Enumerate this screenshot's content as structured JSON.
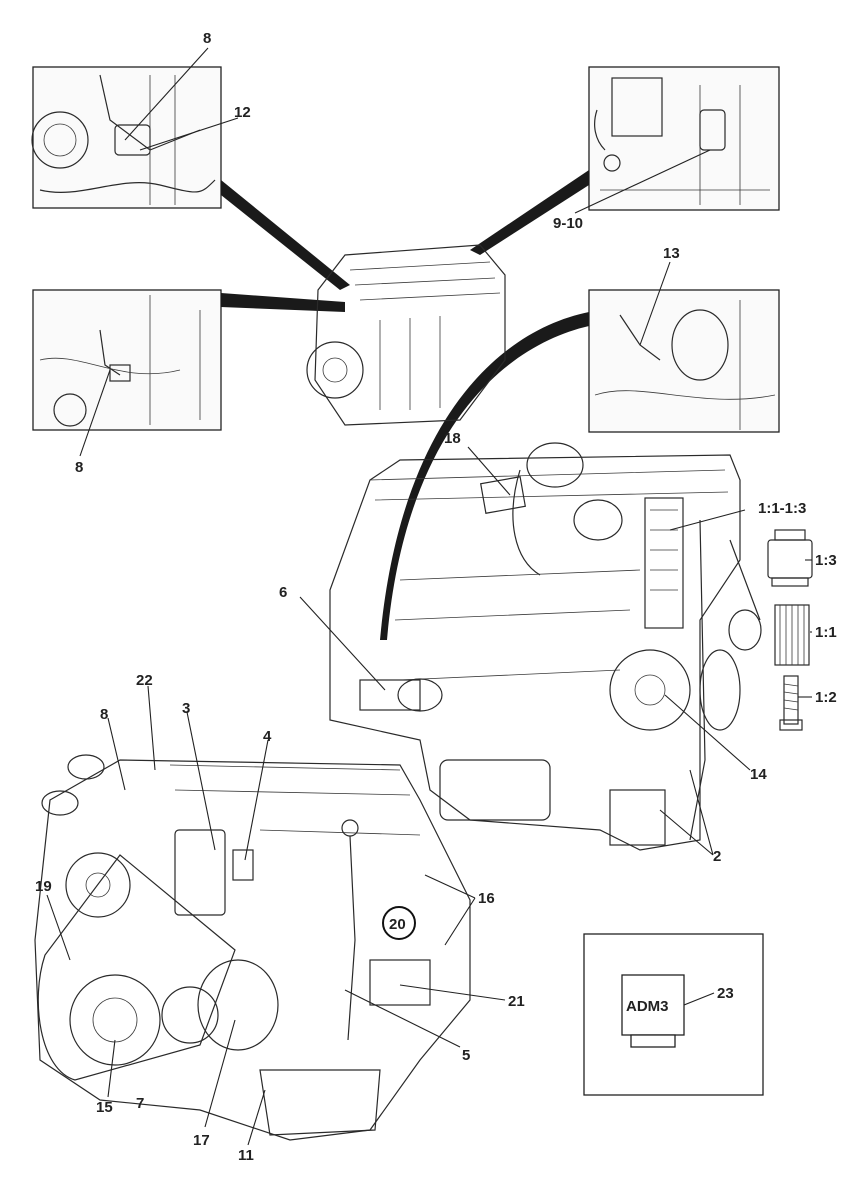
{
  "callouts": {
    "c8_top": "8",
    "c12": "12",
    "c9_10": "9-10",
    "c13": "13",
    "c8_left": "8",
    "c18": "18",
    "c1_1_1_3": "1:1-1:3",
    "c1_3": "1:3",
    "c1_1": "1:1",
    "c1_2": "1:2",
    "c6": "6",
    "c14": "14",
    "c2": "2",
    "c22": "22",
    "c8_lower": "8",
    "c3": "3",
    "c4": "4",
    "c16": "16",
    "c19": "19",
    "c20": "20",
    "c21": "21",
    "c5": "5",
    "c15": "15",
    "c7": "7",
    "c17": "17",
    "c11": "11",
    "c23": "23"
  },
  "module_label": "ADM3"
}
